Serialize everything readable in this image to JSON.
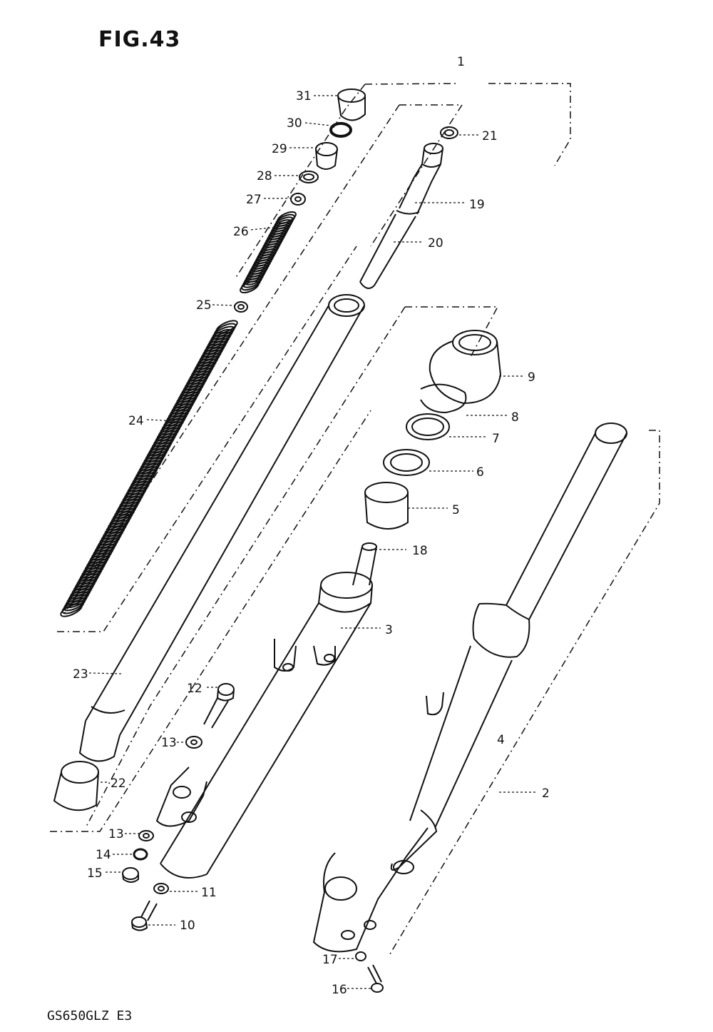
{
  "figure": {
    "title": "FIG.43",
    "footer": "GS650GLZ E3"
  },
  "callouts": [
    {
      "id": "c1",
      "label": "1"
    },
    {
      "id": "c2",
      "label": "2"
    },
    {
      "id": "c3",
      "label": "3"
    },
    {
      "id": "c4",
      "label": "4"
    },
    {
      "id": "c5",
      "label": "5"
    },
    {
      "id": "c6",
      "label": "6"
    },
    {
      "id": "c7",
      "label": "7"
    },
    {
      "id": "c8",
      "label": "8"
    },
    {
      "id": "c9",
      "label": "9"
    },
    {
      "id": "c10",
      "label": "10"
    },
    {
      "id": "c11",
      "label": "11"
    },
    {
      "id": "c12",
      "label": "12"
    },
    {
      "id": "c13a",
      "label": "13"
    },
    {
      "id": "c13b",
      "label": "13"
    },
    {
      "id": "c14",
      "label": "14"
    },
    {
      "id": "c15",
      "label": "15"
    },
    {
      "id": "c16",
      "label": "16"
    },
    {
      "id": "c17",
      "label": "17"
    },
    {
      "id": "c18",
      "label": "18"
    },
    {
      "id": "c19",
      "label": "19"
    },
    {
      "id": "c20",
      "label": "20"
    },
    {
      "id": "c21",
      "label": "21"
    },
    {
      "id": "c22",
      "label": "22"
    },
    {
      "id": "c23",
      "label": "23"
    },
    {
      "id": "c24",
      "label": "24"
    },
    {
      "id": "c25",
      "label": "25"
    },
    {
      "id": "c26",
      "label": "26"
    },
    {
      "id": "c27",
      "label": "27"
    },
    {
      "id": "c28",
      "label": "28"
    },
    {
      "id": "c29",
      "label": "29"
    },
    {
      "id": "c30",
      "label": "30"
    },
    {
      "id": "c31",
      "label": "31"
    }
  ],
  "colors": {
    "ink": "#111111",
    "paper": "#ffffff"
  }
}
